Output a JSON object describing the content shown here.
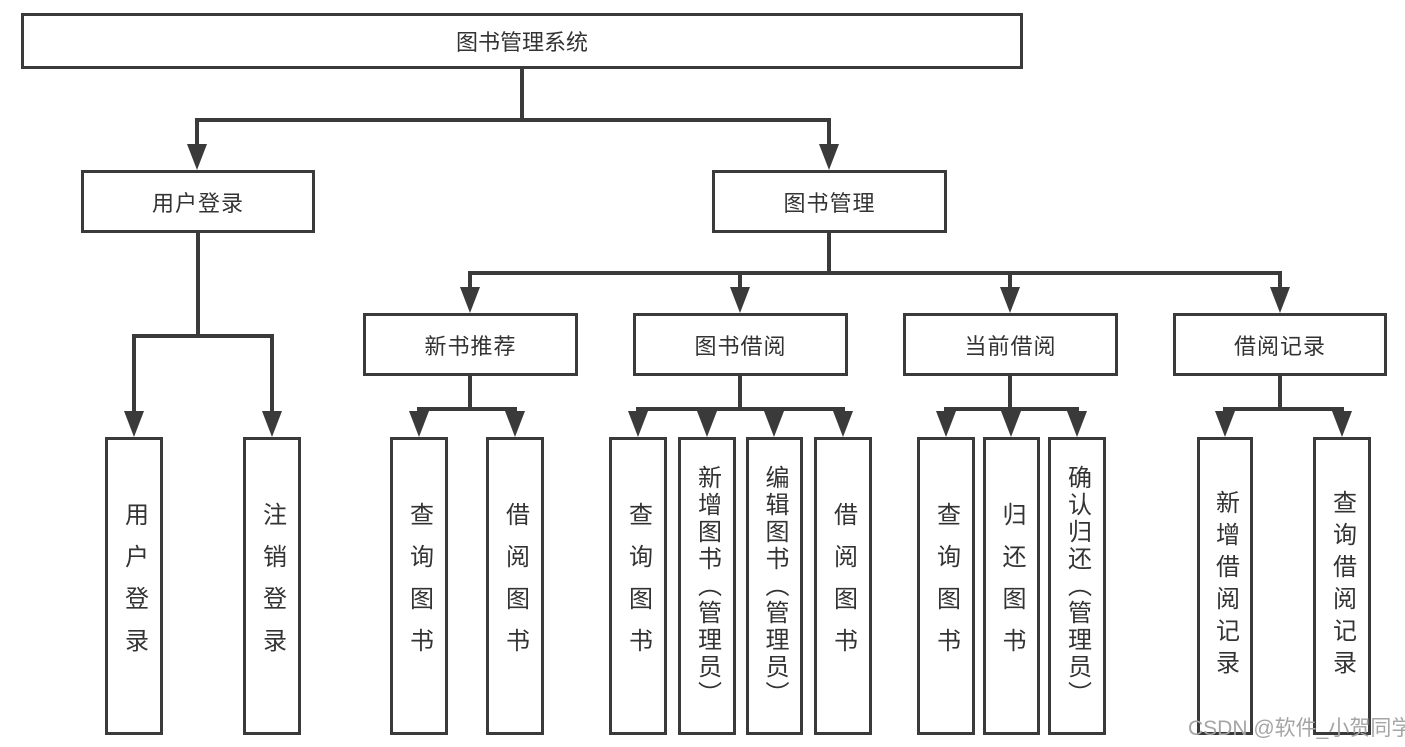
{
  "diagram_title": "图书管理系统",
  "nodes": {
    "root": "图书管理系统",
    "user_login": "用户登录",
    "book_mgmt": "图书管理",
    "new_book": "新书推荐",
    "book_borrow": "图书借阅",
    "current_borrow": "当前借阅",
    "borrow_records": "借阅记录"
  },
  "leaves": {
    "user_login": [
      "用户登录",
      "注销登录"
    ],
    "new_book": [
      "查询图书",
      "借阅图书"
    ],
    "book_borrow": [
      "查询图书",
      "新增图书（管理员）",
      "编辑图书（管理员）",
      "借阅图书"
    ],
    "current_borrow": [
      "查询图书",
      "归还图书",
      "确认归还（管理员）"
    ],
    "borrow_records": [
      "新增借阅记录",
      "查询借阅记录"
    ]
  },
  "watermark": "CSDN @软件_小贺同学",
  "colors": {
    "line": "#3a3a3a",
    "text": "#333333",
    "watermark": "#a5a5a5",
    "background": "#ffffff"
  }
}
